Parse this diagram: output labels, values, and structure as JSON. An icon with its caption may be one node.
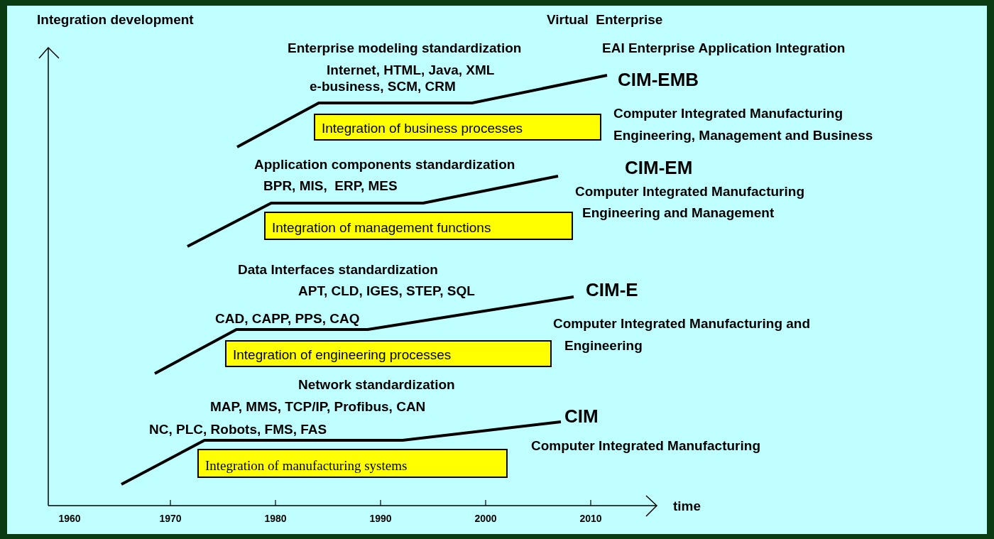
{
  "diagram": {
    "nodes": [
      {
        "text": [
          "Integration of business processes"
        ]
      },
      {
        "text": [
          "Integration of management functions"
        ]
      },
      {
        "text": [
          "Integration of engineering processes"
        ]
      },
      {
        "text": [
          "Integration of manufacturing systems"
        ]
      }
    ],
    "labels": [
      "Integration development",
      "Virtual  Enterprise",
      "Enterprise modeling standardization",
      "EAI Enterprise Application Integration",
      "Internet, HTML, Java, XML",
      "CIM-EMB",
      "e-business, SCM, CRM",
      "Computer Integrated Manufacturing",
      "Engineering, Management and Business",
      "Application components standardization",
      "CIM-EM",
      "BPR, MIS,  ERP, MES",
      "Computer Integrated Manufacturing",
      "Engineering and Management",
      "Data Interfaces standardization",
      "APT, CLD, IGES, STEP, SQL",
      "CIM-E",
      "CAD, CAPP, PPS, CAQ",
      "Computer Integrated Manufacturing and",
      "Engineering",
      "Network standardization",
      "MAP, MMS, TCP/IP, Profibus, CAN",
      "CIM",
      "NC, PLC, Robots, FMS, FAS",
      "Computer Integrated Manufacturing",
      "time",
      "1960",
      "1970",
      "1980",
      "1990",
      "2000",
      "2010"
    ]
  }
}
